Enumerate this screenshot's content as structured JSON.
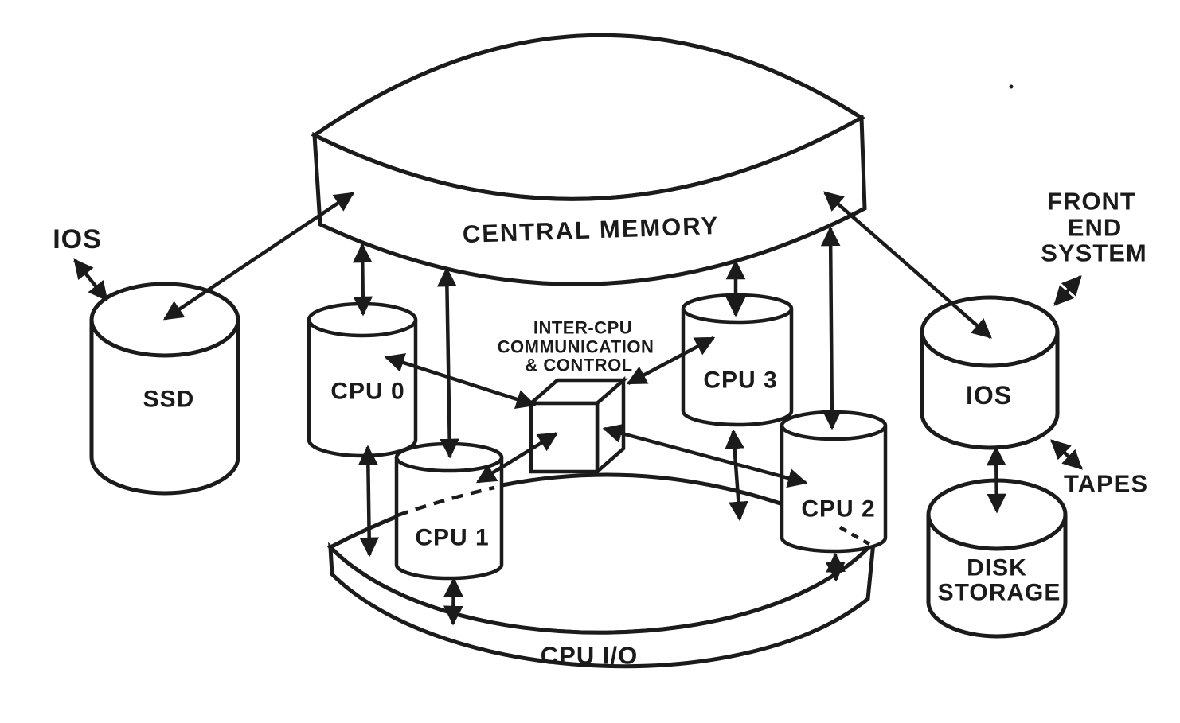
{
  "figure": {
    "type": "system-architecture-diagram",
    "description": "Multiprocessor system block diagram: four CPUs sharing a central memory disk, a CPU I/O platter, inter-CPU communication cube, SSD and IOS subsystems with peripherals",
    "paper_color": "#ffffff",
    "ink_color": "#1b1b1b"
  },
  "nodes": {
    "central_memory": {
      "label": "CENTRAL MEMORY",
      "shape": "disk"
    },
    "cpu_io": {
      "label": "CPU I/O",
      "shape": "disk"
    },
    "ssd": {
      "label": "SSD",
      "shape": "cylinder"
    },
    "cpu0": {
      "label": "CPU 0",
      "shape": "cylinder"
    },
    "cpu1": {
      "label": "CPU 1",
      "shape": "cylinder"
    },
    "cpu2": {
      "label": "CPU 2",
      "shape": "cylinder"
    },
    "cpu3": {
      "label": "CPU 3",
      "shape": "cylinder"
    },
    "inter_cpu": {
      "lines": [
        "INTER-CPU",
        "COMMUNICATION",
        "& CONTROL"
      ],
      "shape": "cube"
    },
    "ios_right": {
      "label": "IOS",
      "shape": "cylinder"
    },
    "disk_storage": {
      "lines": [
        "DISK",
        "STORAGE"
      ],
      "shape": "cylinder"
    }
  },
  "external_labels": {
    "ios_left": "IOS",
    "front_end": {
      "lines": [
        "FRONT",
        "END",
        "SYSTEM"
      ]
    },
    "tapes": "TAPES"
  },
  "edges": [
    {
      "from": "ios-left-label",
      "to": "ssd",
      "style": "double-arrow"
    },
    {
      "from": "ssd",
      "to": "central-memory",
      "style": "double-arrow"
    },
    {
      "from": "cpu0",
      "to": "central-memory",
      "style": "double-arrow"
    },
    {
      "from": "cpu1",
      "to": "central-memory",
      "style": "double-arrow"
    },
    {
      "from": "cpu3",
      "to": "central-memory",
      "style": "double-arrow"
    },
    {
      "from": "cpu2",
      "to": "central-memory",
      "style": "double-arrow"
    },
    {
      "from": "cpu0",
      "to": "cpu-io",
      "style": "double-arrow"
    },
    {
      "from": "cpu1",
      "to": "cpu-io",
      "style": "double-arrow"
    },
    {
      "from": "cpu3",
      "to": "cpu-io",
      "style": "double-arrow"
    },
    {
      "from": "cpu2",
      "to": "cpu-io",
      "style": "double-arrow"
    },
    {
      "from": "central-memory",
      "to": "ios-right",
      "style": "double-arrow"
    },
    {
      "from": "inter-cpu",
      "to": "cpu0",
      "style": "double-arrow"
    },
    {
      "from": "inter-cpu",
      "to": "cpu1",
      "style": "double-arrow"
    },
    {
      "from": "inter-cpu",
      "to": "cpu2",
      "style": "double-arrow"
    },
    {
      "from": "inter-cpu",
      "to": "cpu3",
      "style": "double-arrow"
    },
    {
      "from": "ios-right",
      "to": "front-end-system",
      "style": "double-arrow"
    },
    {
      "from": "ios-right",
      "to": "tapes",
      "style": "double-arrow"
    },
    {
      "from": "ios-right",
      "to": "disk-storage",
      "style": "double-arrow"
    }
  ]
}
